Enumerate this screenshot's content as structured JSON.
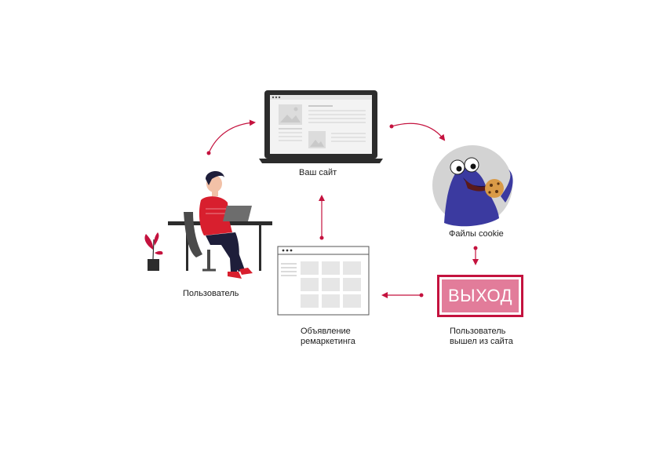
{
  "labels": {
    "site": "Ваш сайт",
    "cookies": "Файлы cookie",
    "user": "Пользователь",
    "ad_line1": "Объявление",
    "ad_line2": "ремаркетинга",
    "left_line1": "Пользователь",
    "left_line2": "вышел из сайта"
  },
  "exit_button": "ВЫХОД",
  "icons": {
    "laptop": "laptop-icon",
    "cookie_monster": "cookie-monster-image",
    "user": "user-at-desk-illustration",
    "plant": "plant-icon",
    "ad_window": "browser-window-icon"
  },
  "colors": {
    "accent": "#c4123e",
    "exit_fill": "#e27c9a",
    "dark": "#2c2c2c",
    "user_shirt": "#d81f2e",
    "monster": "#3b3aa0"
  }
}
